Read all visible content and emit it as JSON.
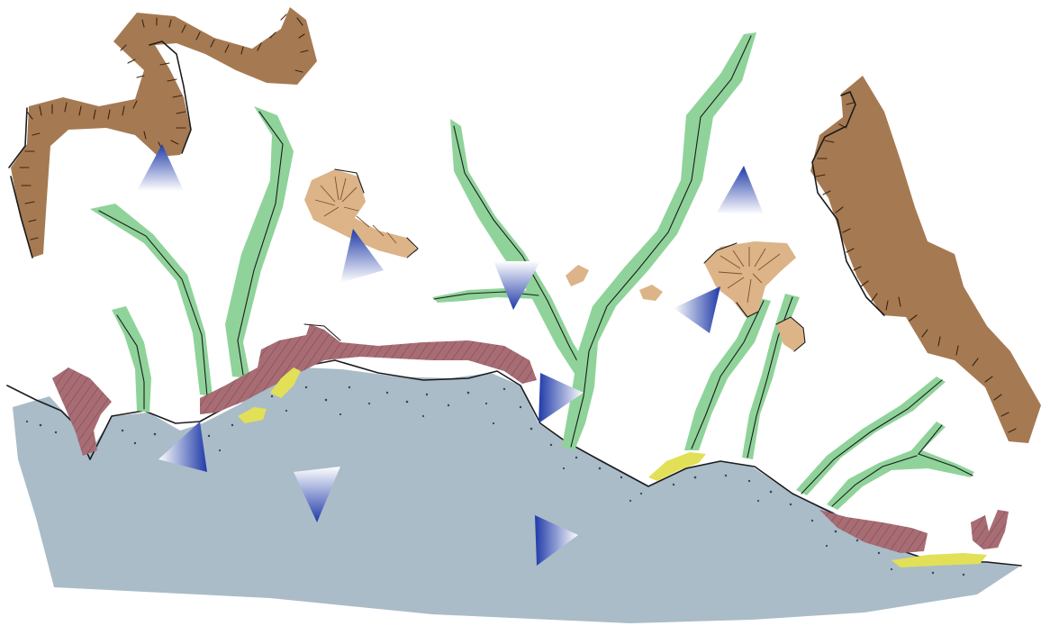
{
  "colors": {
    "background": "#ffffff",
    "substrate": "#a9bcc8",
    "kelp_blade": "#8fd39a",
    "brown_frond": "#a57a52",
    "tan_blob": "#dcb488",
    "red_encrusting": "#a76c74",
    "yellow_patch": "#e2e056",
    "arrow_gradient": [
      "#1f3aa8",
      "#ffffff"
    ]
  },
  "icons": {
    "flow_marker": "triangle-arrow-icon"
  },
  "elements": {
    "substrate": "substrate-shape",
    "kelp": "kelp-blade",
    "brown": "brown-frond",
    "tan": "tan-blob",
    "red": "red-encrusting-patch",
    "yellow": "yellow-patch"
  }
}
